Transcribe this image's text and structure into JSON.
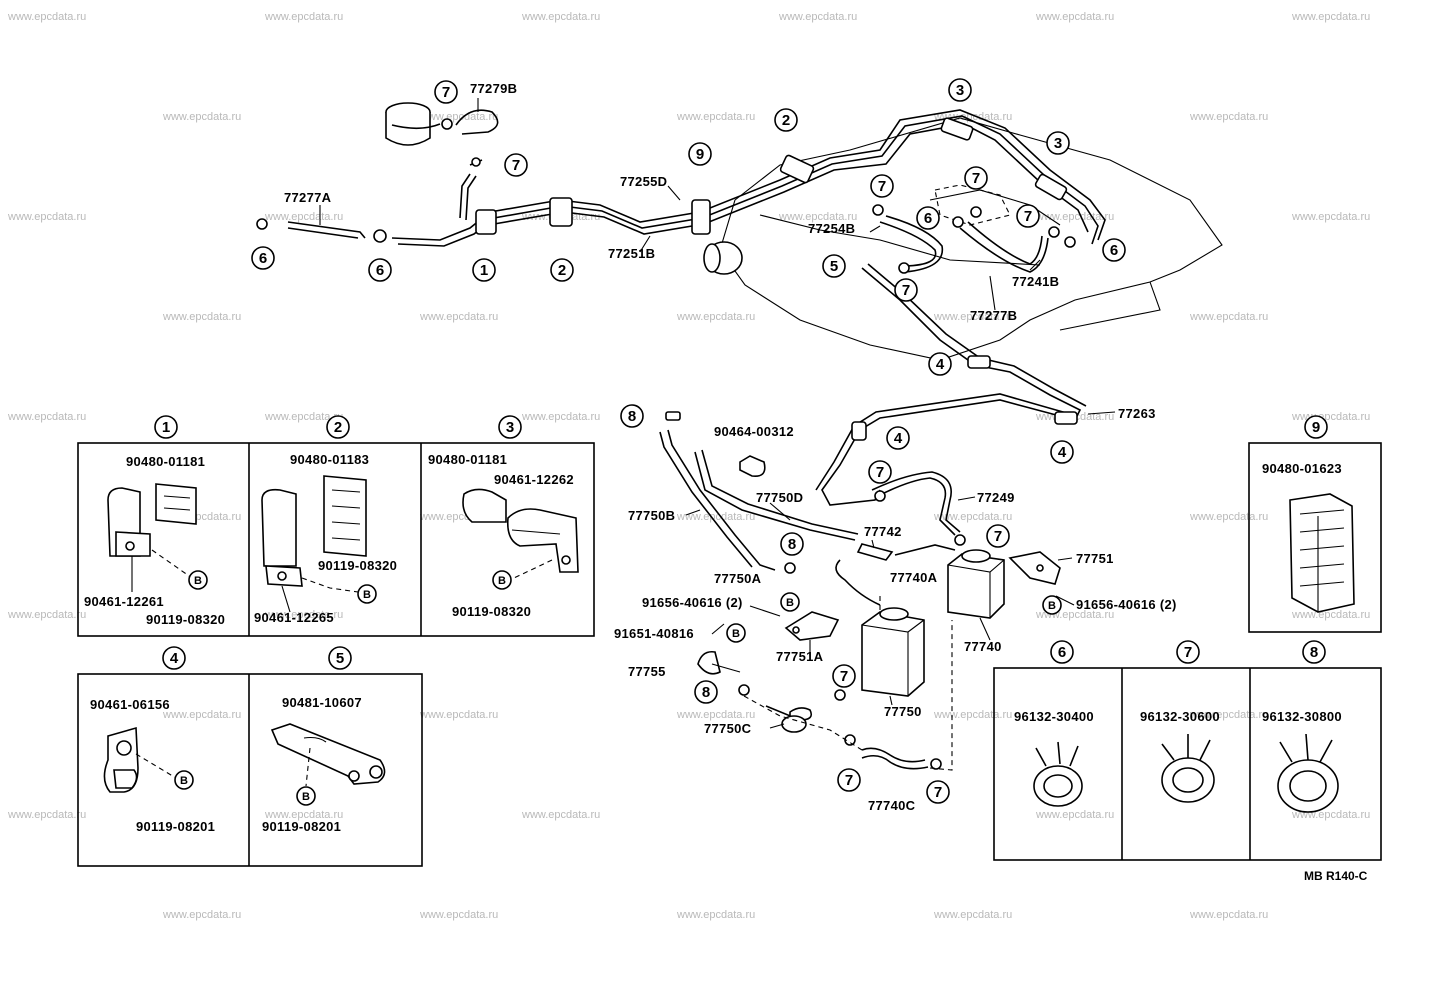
{
  "watermark": "www.epcdata.ru",
  "diagram_ref": "MB R140-C",
  "main_labels": {
    "p77279B": "77279B",
    "p77277A": "77277A",
    "p77255D": "77255D",
    "p77251B": "77251B",
    "p77254B": "77254B",
    "p77241B": "77241B",
    "p77277B": "77277B",
    "p77263": "77263",
    "p90464": "90464-00312",
    "p77750B": "77750B",
    "p77750D": "77750D",
    "p77742": "77742",
    "p77249": "77249",
    "p77740A": "77740A",
    "p77750A": "77750A",
    "p91656a": "91656-40616 (2)",
    "p91651": "91651-40816",
    "p77751A": "77751A",
    "p77755": "77755",
    "p77750C": "77750C",
    "p77750": "77750",
    "p77740C": "77740C",
    "p77740": "77740",
    "p77751": "77751",
    "p91656b": "91656-40616 (2)"
  },
  "circle_numbers": {
    "n1": "1",
    "n2": "2",
    "n3": "3",
    "n4": "4",
    "n5": "5",
    "n6": "6",
    "n7": "7",
    "n8": "8",
    "n9": "9",
    "bolt": "B"
  },
  "insets": {
    "i1": {
      "a": "90480-01181",
      "b": "90461-12261",
      "c": "90119-08320"
    },
    "i2": {
      "a": "90480-01183",
      "b": "90119-08320",
      "c": "90461-12265"
    },
    "i3": {
      "a": "90480-01181",
      "b": "90461-12262",
      "c": "90119-08320"
    },
    "i4": {
      "a": "90461-06156",
      "b": "90119-08201"
    },
    "i5": {
      "a": "90481-10607",
      "b": "90119-08201"
    },
    "i6": {
      "a": "96132-30400"
    },
    "i7": {
      "a": "96132-30600"
    },
    "i8": {
      "a": "96132-30800"
    },
    "i9": {
      "a": "90480-01623"
    }
  }
}
